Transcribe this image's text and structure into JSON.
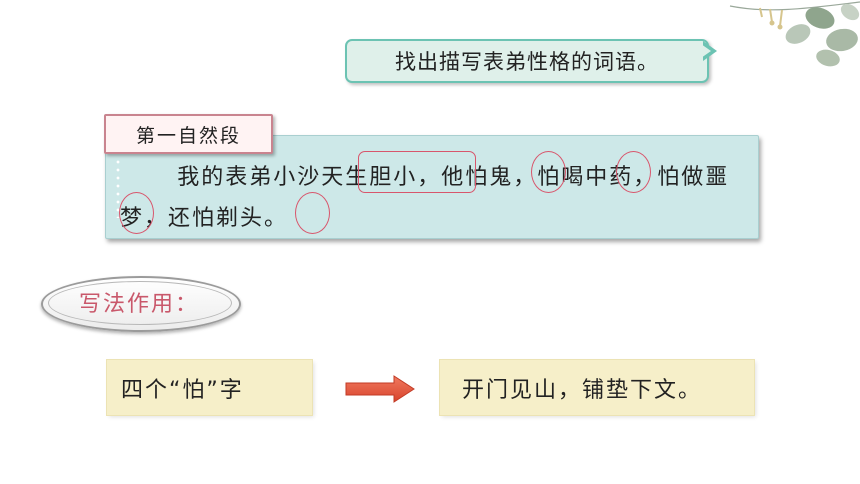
{
  "prompt": {
    "text": "找出描写表弟性格的词语。"
  },
  "paragraph": {
    "label": "第一自然段",
    "text": "我的表弟小沙天生胆小，他怕鬼，怕喝中药，怕做噩梦，还怕剃头。"
  },
  "method": {
    "label": "写法作用："
  },
  "bottom": {
    "left_text": "四个“怕”字",
    "right_text": "开门见山，铺垫下文。"
  },
  "colors": {
    "prompt_border": "#6cc3b3",
    "paragraph_bg": "#cde8e8",
    "highlight_red": "#d8566c",
    "method_text": "#c9586b",
    "box_bg": "#f6efc9",
    "arrow": "#e2543d"
  },
  "icons": [
    "eucalyptus-leaves-icon",
    "right-arrow-icon"
  ]
}
